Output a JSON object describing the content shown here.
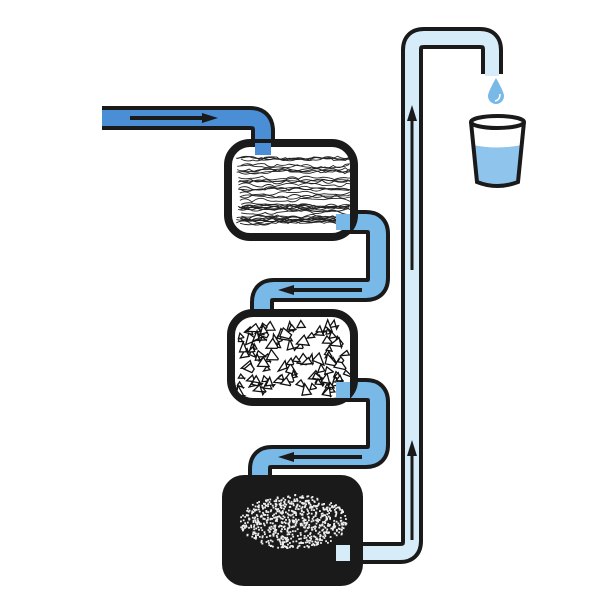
{
  "diagram": {
    "colors": {
      "inlet_water": "#4a8ed6",
      "filtered_water": "#79b9e8",
      "clean_water": "#d6ecf9",
      "outline": "#1a1a1a",
      "glass_water": "#8fc4ec"
    },
    "stages": [
      {
        "name": "fiber-filter",
        "texture": "wavy-fibers"
      },
      {
        "name": "gravel-filter",
        "texture": "angular-fragments"
      },
      {
        "name": "sand-filter",
        "texture": "fine-granules"
      }
    ],
    "flow_direction_icons": [
      "arrow-right",
      "arrow-left",
      "arrow-left",
      "arrow-up",
      "arrow-up"
    ],
    "output": {
      "icons": [
        "water-drop",
        "glass-of-water"
      ]
    }
  }
}
